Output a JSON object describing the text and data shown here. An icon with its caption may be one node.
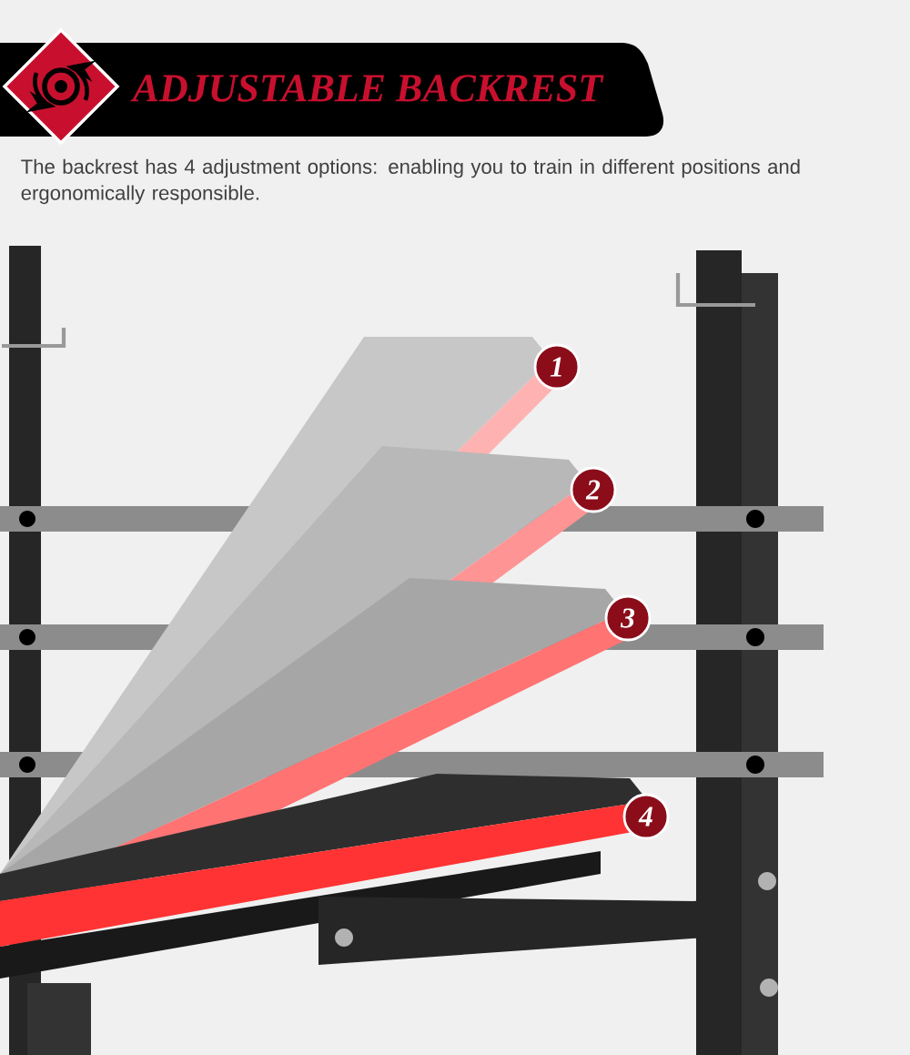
{
  "diagram": {
    "title": "ADJUSTABLE BACKREST",
    "nodes": [
      {
        "text": [
          "1"
        ]
      },
      {
        "text": [
          "2"
        ]
      },
      {
        "text": [
          "3"
        ]
      },
      {
        "text": [
          "4"
        ]
      }
    ],
    "labels": [
      "The backrest has 4 adjustment options: enabling you to train in different positions and ergonomically responsible."
    ]
  }
}
